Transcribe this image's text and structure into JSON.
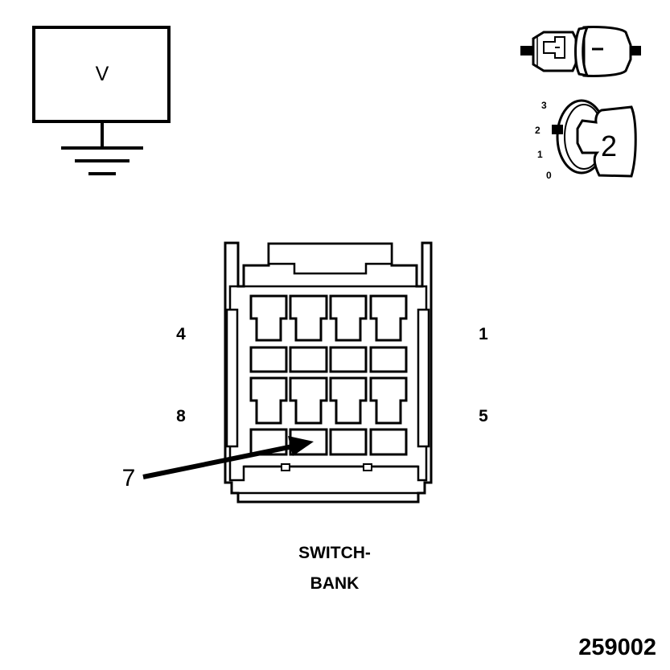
{
  "voltmeter": {
    "symbol": "V"
  },
  "ignition_key": {
    "positions": [
      "3",
      "2",
      "1",
      "0"
    ],
    "selected_label": "2"
  },
  "connector": {
    "pin_labels": {
      "top_left": "4",
      "top_right": "1",
      "bottom_left": "8",
      "bottom_right": "5"
    },
    "callout": "7",
    "title_line1": "SWITCH-",
    "title_line2": "BANK"
  },
  "figure_number": "259002"
}
